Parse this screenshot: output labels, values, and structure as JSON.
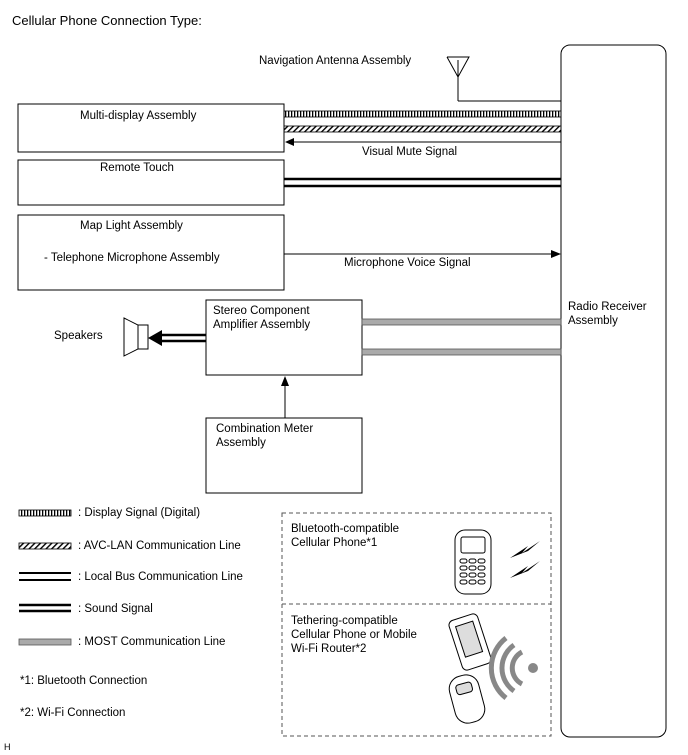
{
  "title": "Cellular Phone Connection Type:",
  "components": {
    "nav_antenna": "Navigation Antenna Assembly",
    "multi_display": "Multi-display Assembly",
    "remote_touch": "Remote Touch",
    "map_light": "Map Light Assembly",
    "mic": "- Telephone Microphone Assembly",
    "stereo_line1": "Stereo Component",
    "stereo_line2": "Amplifier Assembly",
    "speakers": "Speakers",
    "combo_line1": "Combination Meter",
    "combo_line2": "Assembly",
    "radio_line1": "Radio Receiver",
    "radio_line2": "Assembly"
  },
  "signals": {
    "visual_mute": "Visual Mute Signal",
    "mic_voice": "Microphone Voice Signal"
  },
  "legend": [
    {
      "key": "display",
      "label": ": Display Signal (Digital)"
    },
    {
      "key": "avc",
      "label": ": AVC-LAN Communication Line"
    },
    {
      "key": "localbus",
      "label": ": Local Bus Communication Line"
    },
    {
      "key": "sound",
      "label": ": Sound Signal"
    },
    {
      "key": "most",
      "label": ": MOST Communication Line"
    }
  ],
  "notes": {
    "n1": "*1: Bluetooth Connection",
    "n2": "*2: Wi-Fi Connection"
  },
  "devices": {
    "bt_line1": "Bluetooth-compatible",
    "bt_line2": "Cellular Phone*1",
    "teth_line1": "Tethering-compatible",
    "teth_line2": "Cellular Phone or Mobile",
    "teth_line3": "Wi-Fi Router*2"
  },
  "corner": "H"
}
